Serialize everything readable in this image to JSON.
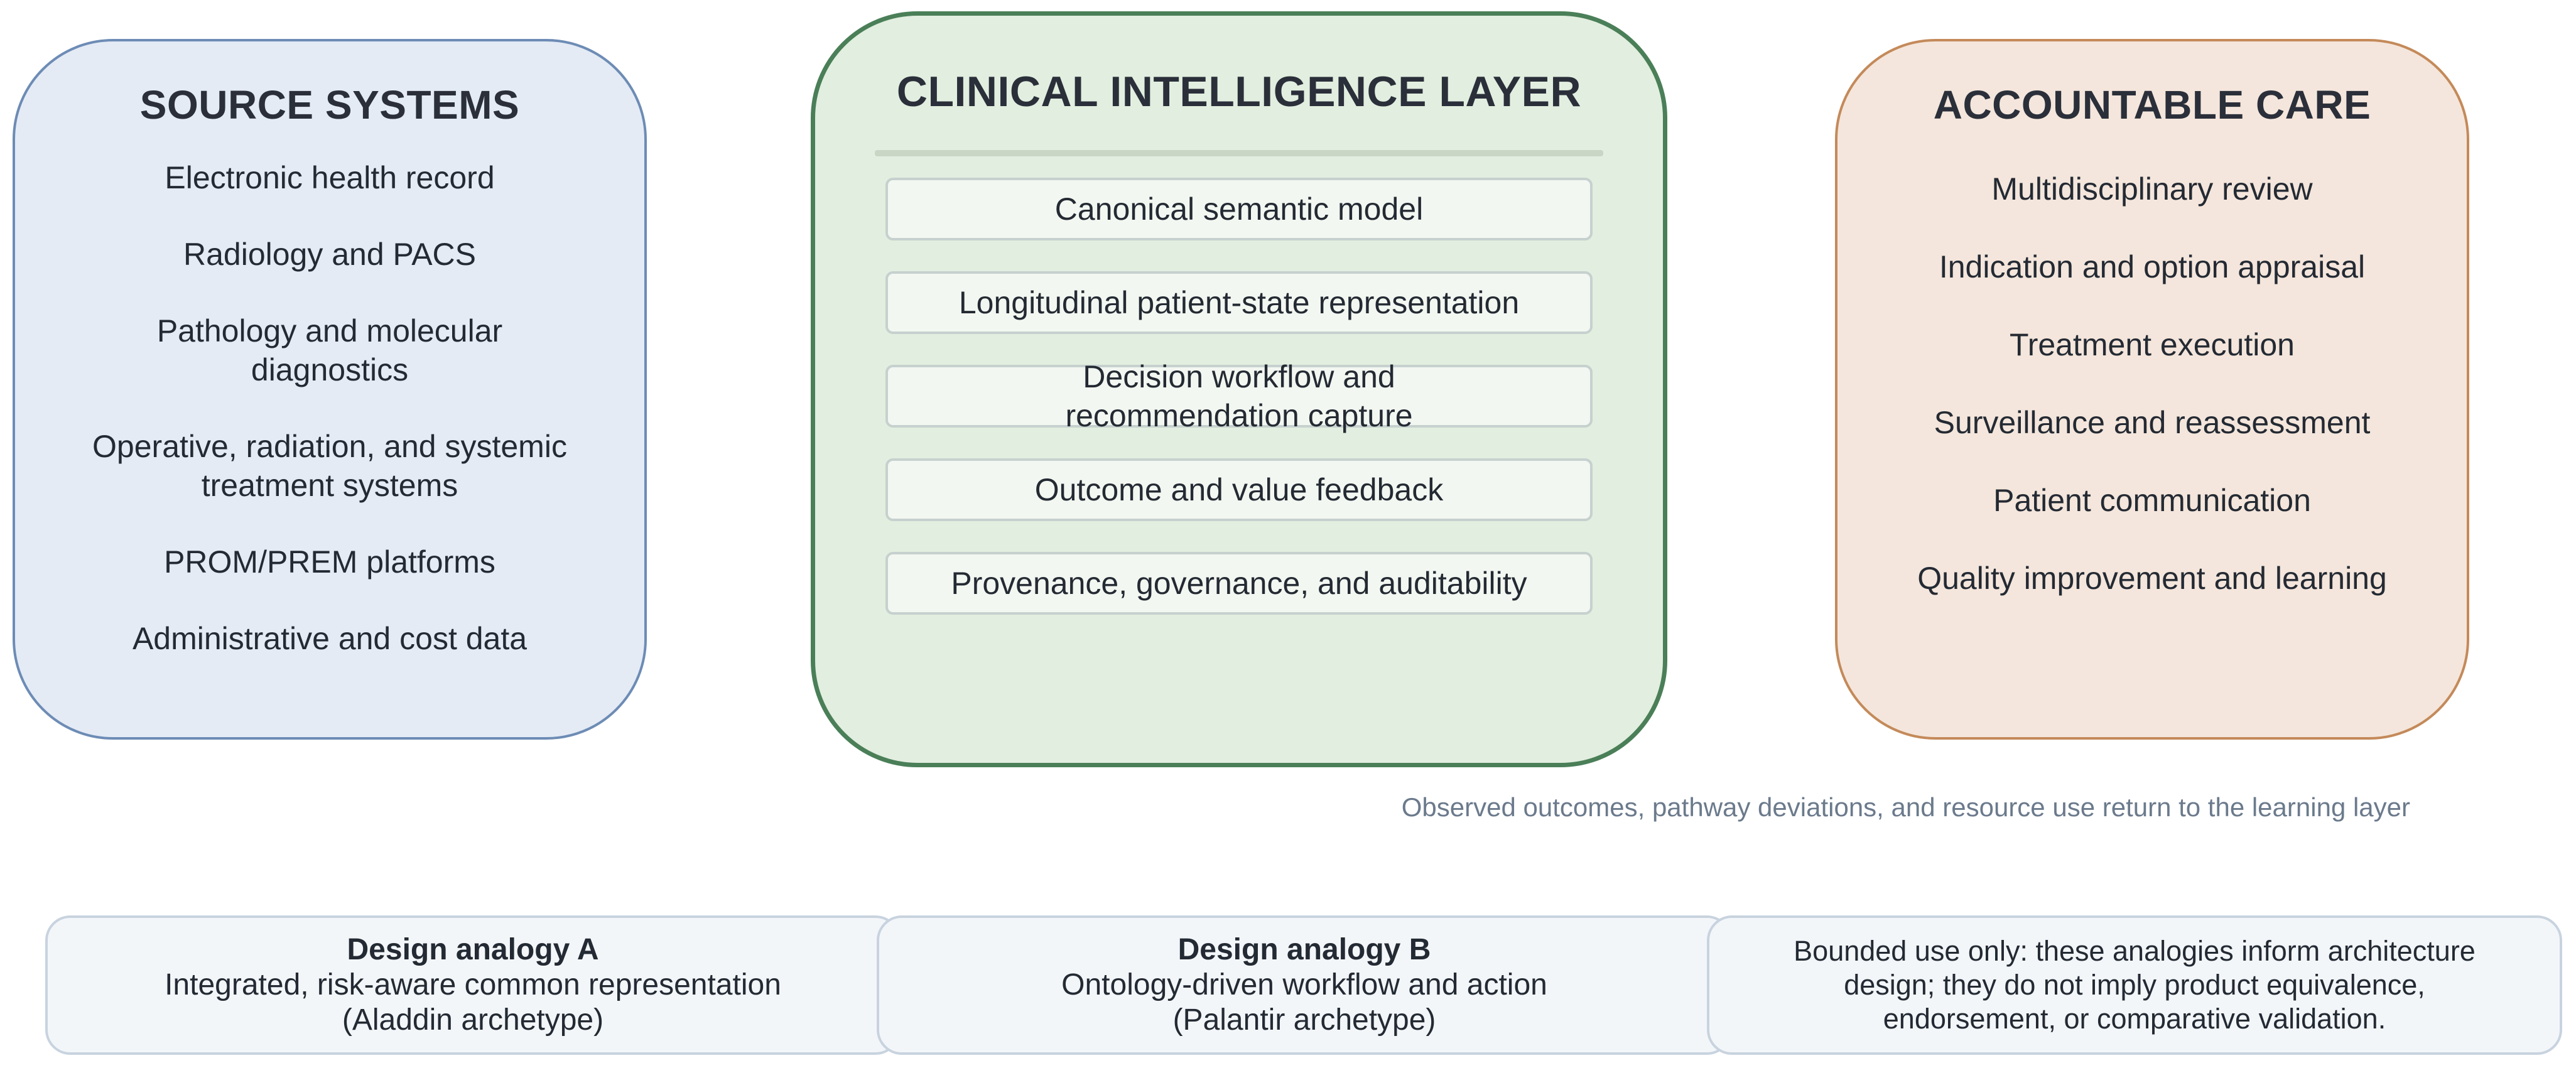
{
  "source_systems": {
    "title": "SOURCE SYSTEMS",
    "items": [
      "Electronic health record",
      "Radiology and PACS",
      "Pathology and molecular diagnostics",
      "Operative, radiation, and systemic treatment systems",
      "PROM/PREM platforms",
      "Administrative and cost data"
    ]
  },
  "clinical_intelligence": {
    "title": "CLINICAL INTELLIGENCE LAYER",
    "items": [
      "Canonical semantic model",
      "Longitudinal patient-state representation",
      "Decision workflow and recommendation capture",
      "Outcome and value feedback",
      "Provenance, governance, and auditability"
    ]
  },
  "accountable_care": {
    "title": "ACCOUNTABLE CARE",
    "items": [
      "Multidisciplinary review",
      "Indication and option appraisal",
      "Treatment execution",
      "Surveillance and reassessment",
      "Patient communication",
      "Quality improvement and learning"
    ]
  },
  "feedback_note": "Observed outcomes, pathway deviations, and resource use return to the learning layer",
  "analogies": {
    "a": {
      "title": "Design analogy A",
      "line1": "Integrated, risk-aware common representation",
      "line2": "(Aladdin archetype)"
    },
    "b": {
      "title": "Design analogy B",
      "line1": "Ontology-driven workflow and action",
      "line2": "(Palantir archetype)"
    },
    "note": "Bounded use only: these analogies inform architecture design; they do not imply product equivalence, endorsement, or comparative validation."
  },
  "colors": {
    "source_fill": "#e4ebf5",
    "source_border": "#6d8cb5",
    "intel_fill": "#e2eedf",
    "intel_border": "#4a7f58",
    "care_fill": "#f4e6dc",
    "care_border": "#c48a5a"
  }
}
